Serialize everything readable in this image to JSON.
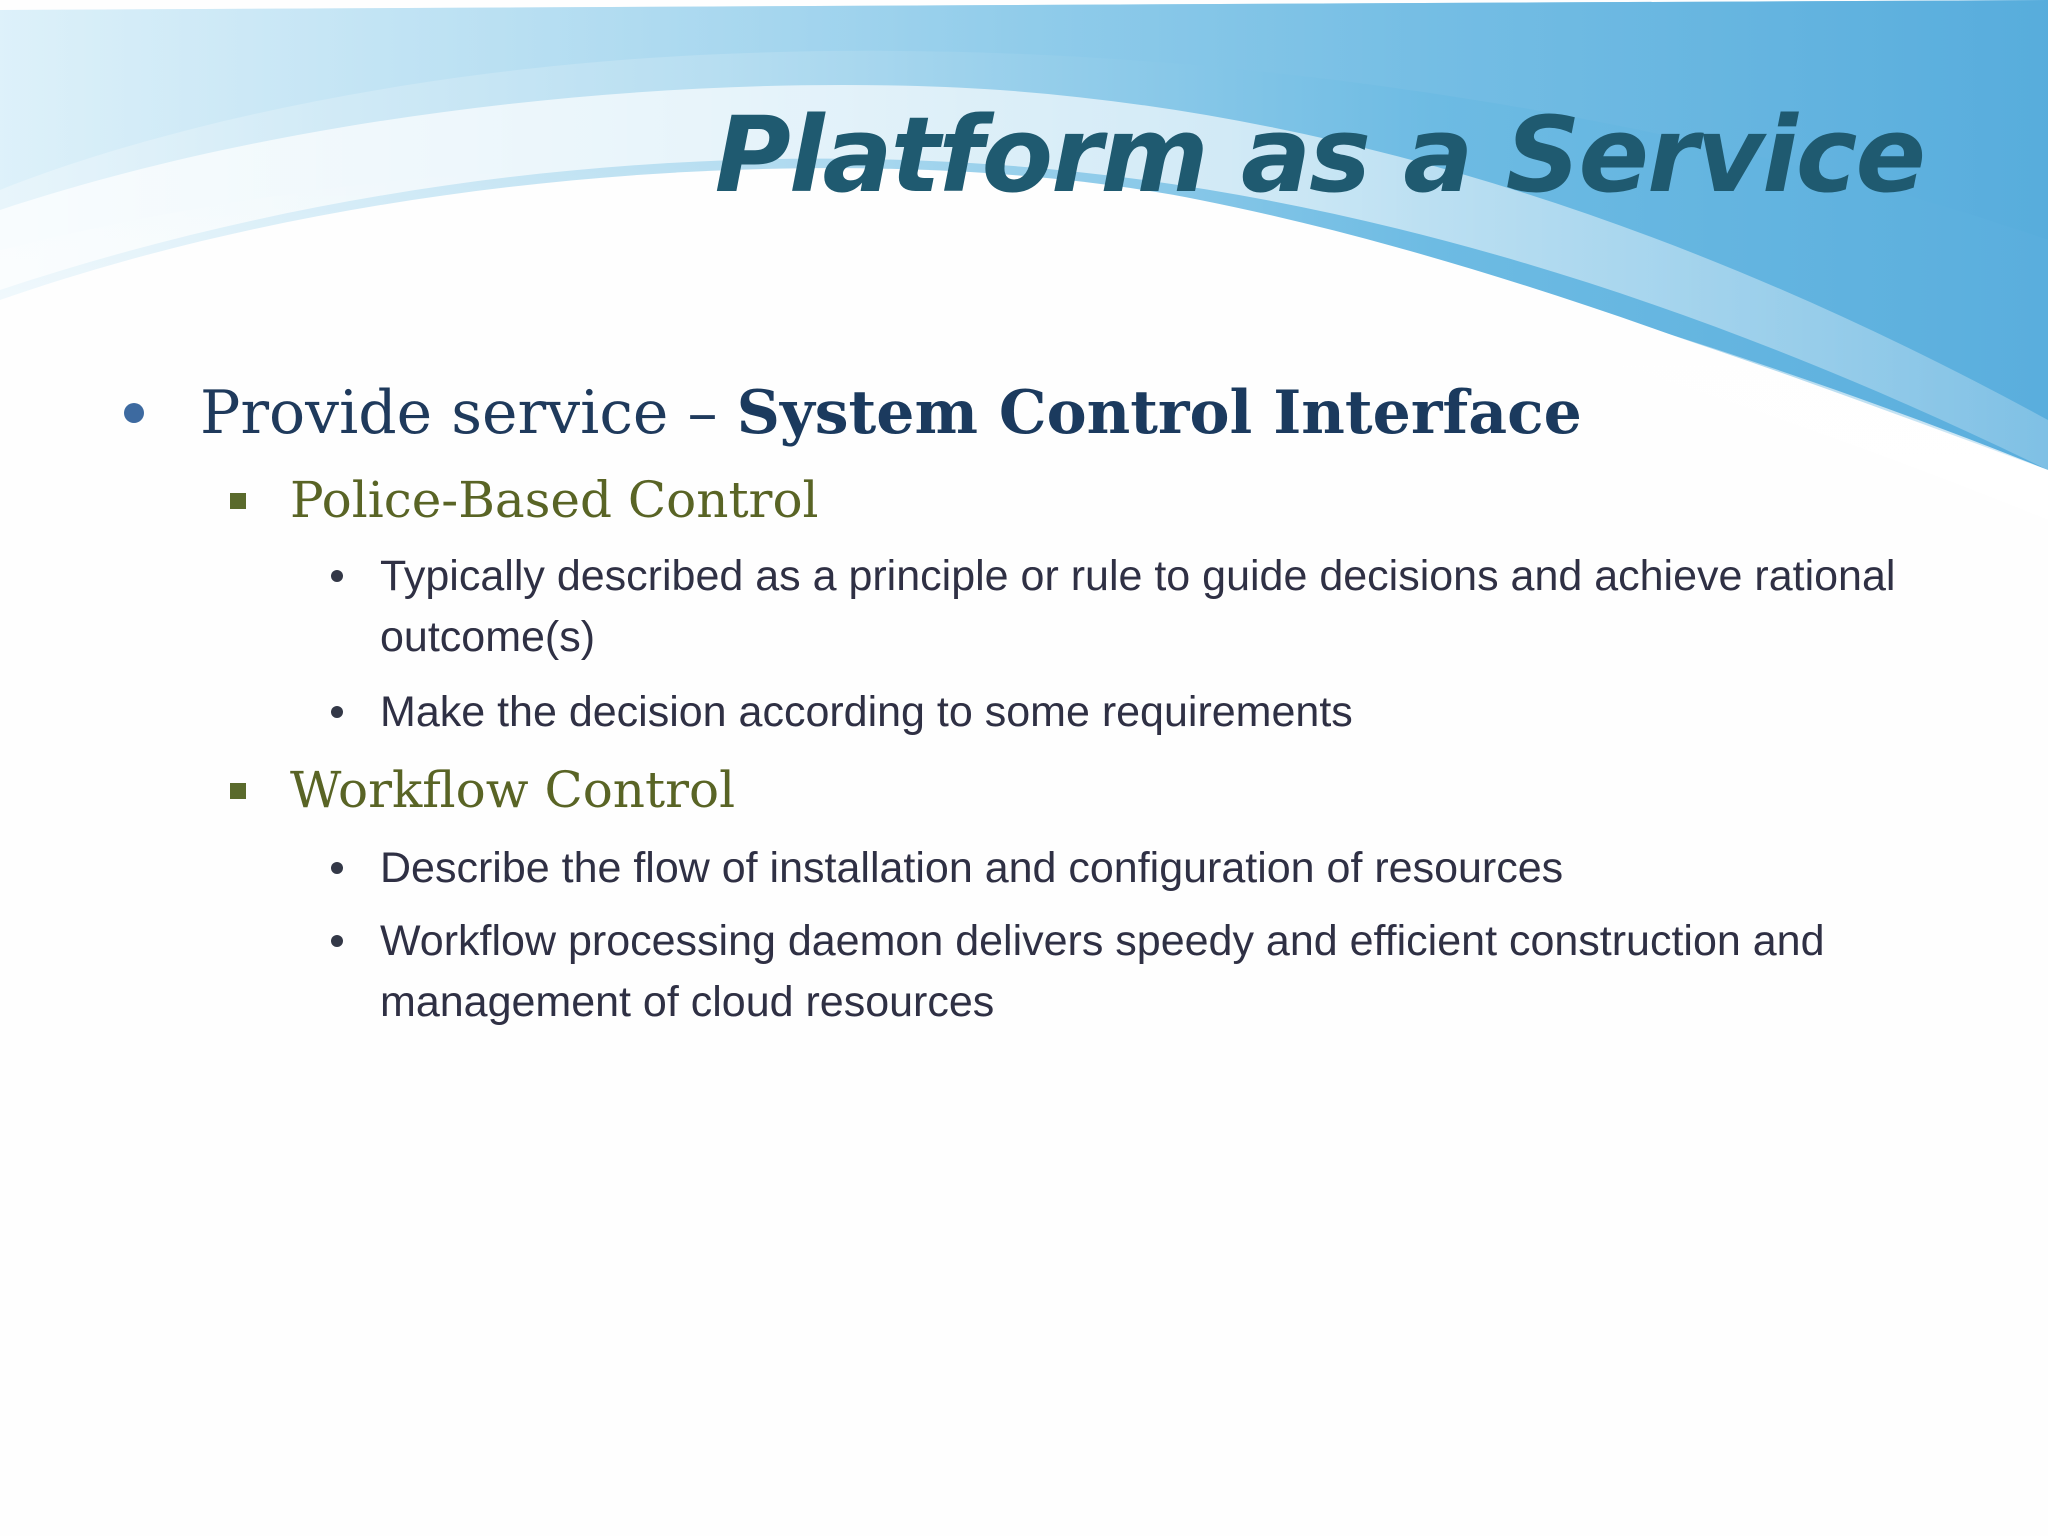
{
  "slide": {
    "title": "Platform as a Service",
    "bullets": [
      {
        "prefix": "Provide service – ",
        "emphasis": "System Control Interface",
        "sub": [
          {
            "label": "Police-Based Control",
            "items": [
              "Typically described as a principle or rule to guide decisions and achieve rational outcome(s)",
              "Make the decision according to some requirements"
            ]
          },
          {
            "label": "Workflow Control",
            "items": [
              "Describe the flow of installation and configuration of resources",
              "Workflow processing daemon delivers speedy and efficient construction and management of cloud resources"
            ]
          }
        ]
      }
    ]
  },
  "colors": {
    "title": "#1f5a70",
    "level1_text": "#1f3a5c",
    "level2_text": "#596425",
    "level3_text": "#2f3044",
    "wave_blue": "#5fb3df"
  }
}
